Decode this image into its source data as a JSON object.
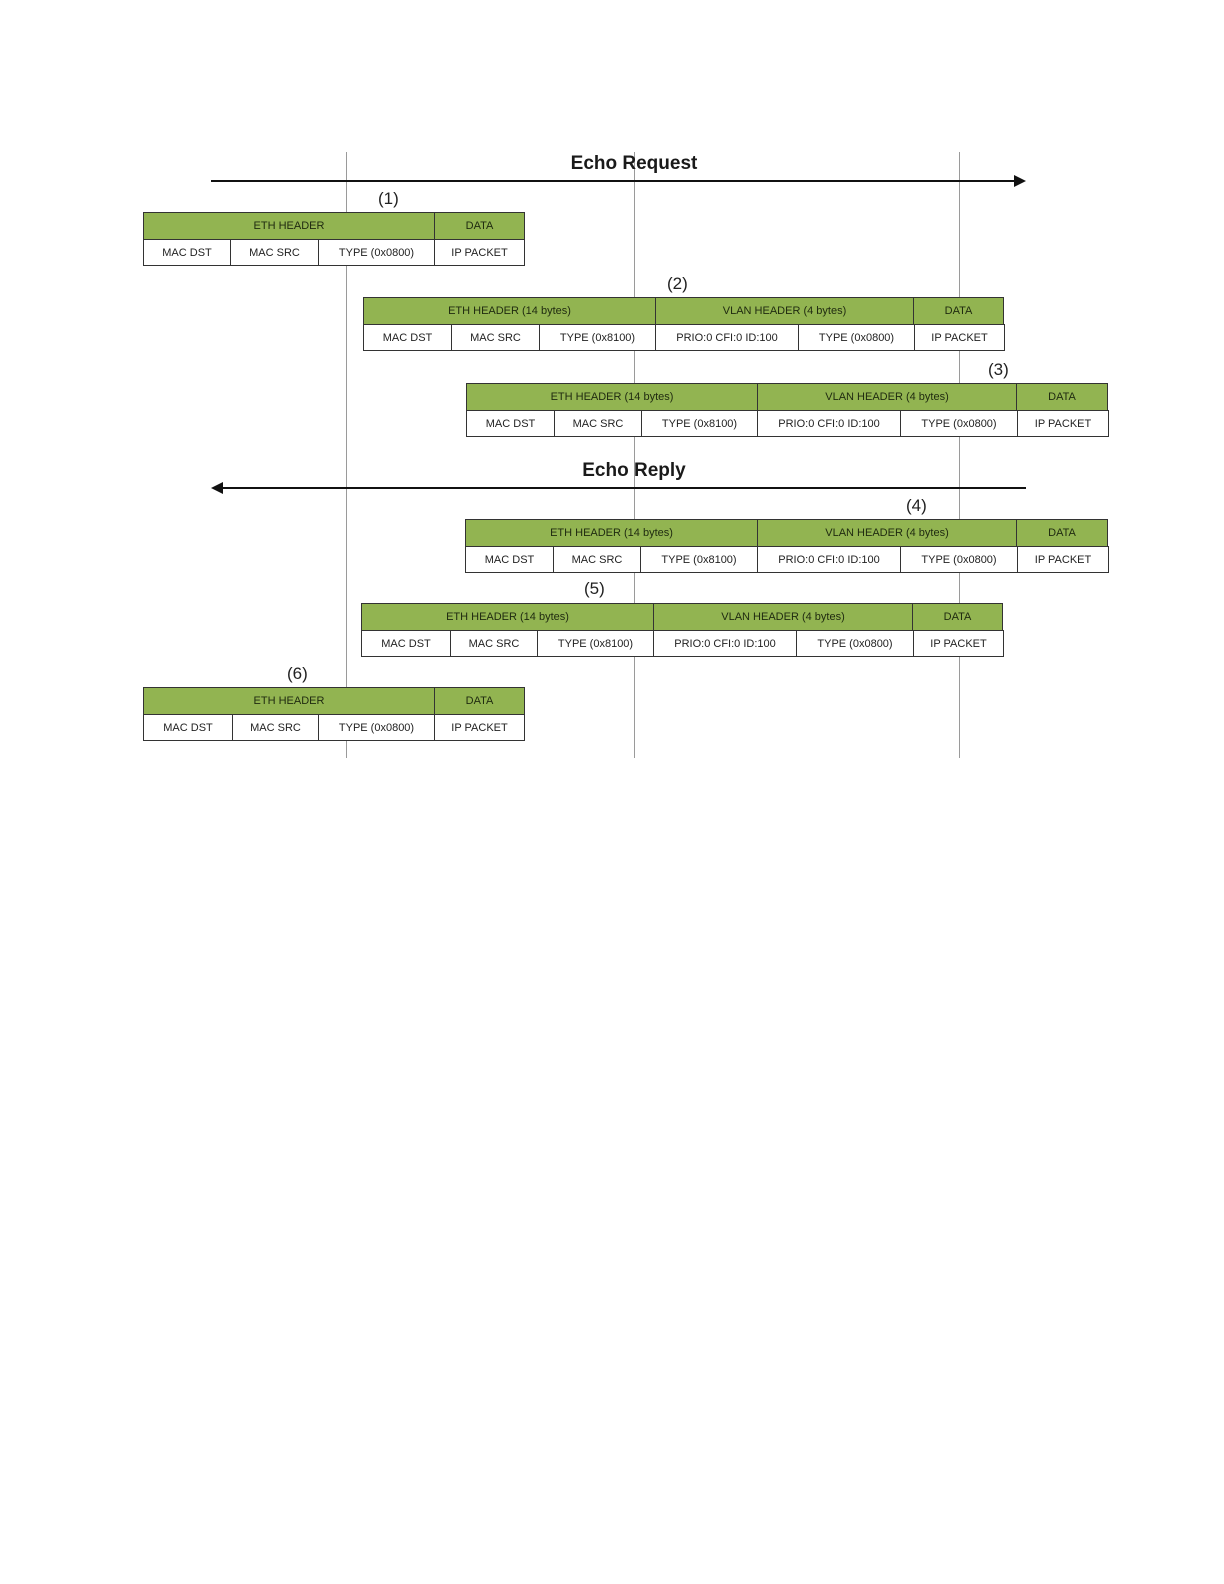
{
  "arrows": {
    "request": {
      "label": "Echo Request",
      "direction": "right"
    },
    "reply": {
      "label": "Echo Reply",
      "direction": "left"
    }
  },
  "colors": {
    "header_fill": "#92b451",
    "field_fill": "#ffffff",
    "border": "#333333",
    "timeline": "#9a9a9a"
  },
  "frames": [
    {
      "step": "(1)",
      "kind": "untagged",
      "headers": [
        "ETH HEADER",
        "DATA"
      ],
      "fields": [
        "MAC DST",
        "MAC SRC",
        "TYPE (0x0800)",
        "IP PACKET"
      ]
    },
    {
      "step": "(2)",
      "kind": "tagged",
      "headers": [
        "ETH HEADER (14 bytes)",
        "VLAN HEADER (4 bytes)",
        "DATA"
      ],
      "fields": [
        "MAC DST",
        "MAC SRC",
        "TYPE (0x8100)",
        "PRIO:0  CFI:0  ID:100",
        "TYPE (0x0800)",
        "IP PACKET"
      ]
    },
    {
      "step": "(3)",
      "kind": "tagged",
      "headers": [
        "ETH HEADER (14 bytes)",
        "VLAN HEADER (4 bytes)",
        "DATA"
      ],
      "fields": [
        "MAC DST",
        "MAC SRC",
        "TYPE (0x8100)",
        "PRIO:0  CFI:0  ID:100",
        "TYPE (0x0800)",
        "IP PACKET"
      ]
    },
    {
      "step": "(4)",
      "kind": "tagged",
      "headers": [
        "ETH HEADER (14 bytes)",
        "VLAN HEADER (4 bytes)",
        "DATA"
      ],
      "fields": [
        "MAC DST",
        "MAC SRC",
        "TYPE (0x8100)",
        "PRIO:0  CFI:0  ID:100",
        "TYPE (0x0800)",
        "IP PACKET"
      ]
    },
    {
      "step": "(5)",
      "kind": "tagged",
      "headers": [
        "ETH HEADER (14 bytes)",
        "VLAN HEADER (4 bytes)",
        "DATA"
      ],
      "fields": [
        "MAC DST",
        "MAC SRC",
        "TYPE (0x8100)",
        "PRIO:0  CFI:0  ID:100",
        "TYPE (0x0800)",
        "IP PACKET"
      ]
    },
    {
      "step": "(6)",
      "kind": "untagged",
      "headers": [
        "ETH HEADER",
        "DATA"
      ],
      "fields": [
        "MAC DST",
        "MAC SRC",
        "TYPE (0x0800)",
        "IP PACKET"
      ]
    }
  ]
}
